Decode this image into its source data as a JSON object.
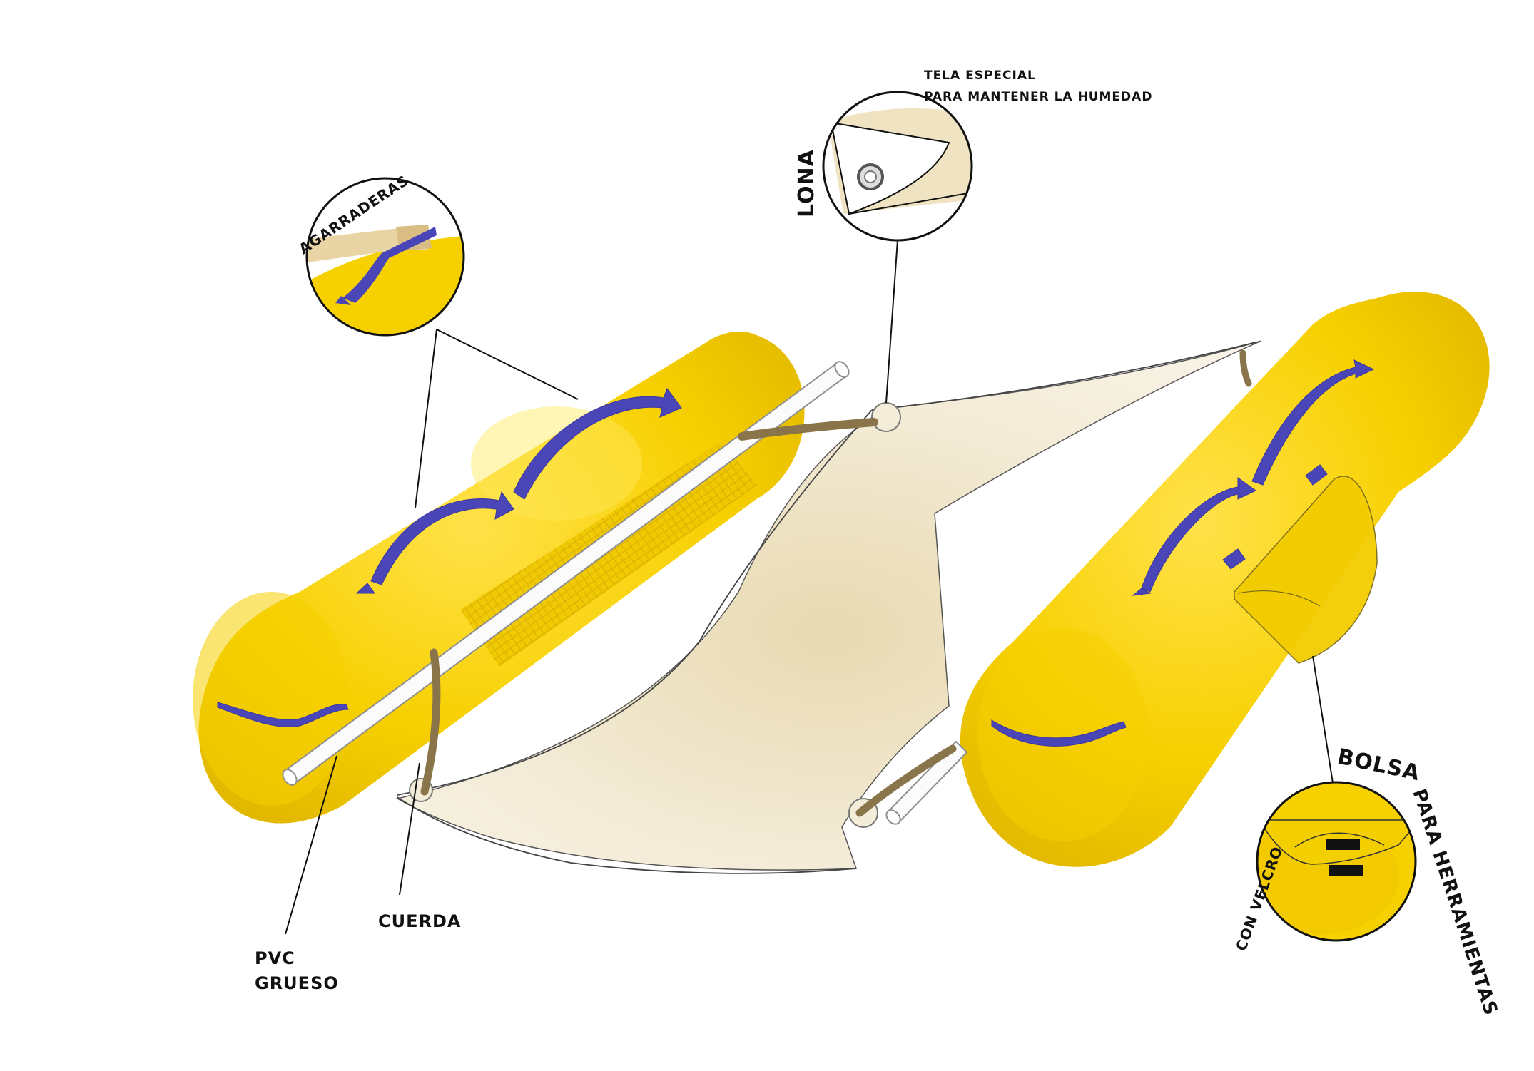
{
  "labels": {
    "agarraderas": "AGARRADERAS",
    "tela_line1": "TELA ESPECIAL",
    "tela_line2": "PARA MANTENER LA HUMEDAD",
    "lona": "LONA",
    "bolsa": "BOLSA",
    "bolsa_arc": "PARA HERRAMIENTAS",
    "velcro_arc": "CON VELCRO",
    "cuerda": "CUERDA",
    "pvc_line1": "PVC",
    "pvc_line2": "GRUESO"
  },
  "colors": {
    "float_yellow": "#f7d000",
    "float_shade": "#e2b700",
    "handle_blue": "#4a46b8",
    "canvas_beige": "#f2ead3",
    "canvas_shade": "#e6d7ae",
    "rope_brown": "#8a7449",
    "pipe_white": "#fbfbfb",
    "velcro_black": "#111111"
  }
}
